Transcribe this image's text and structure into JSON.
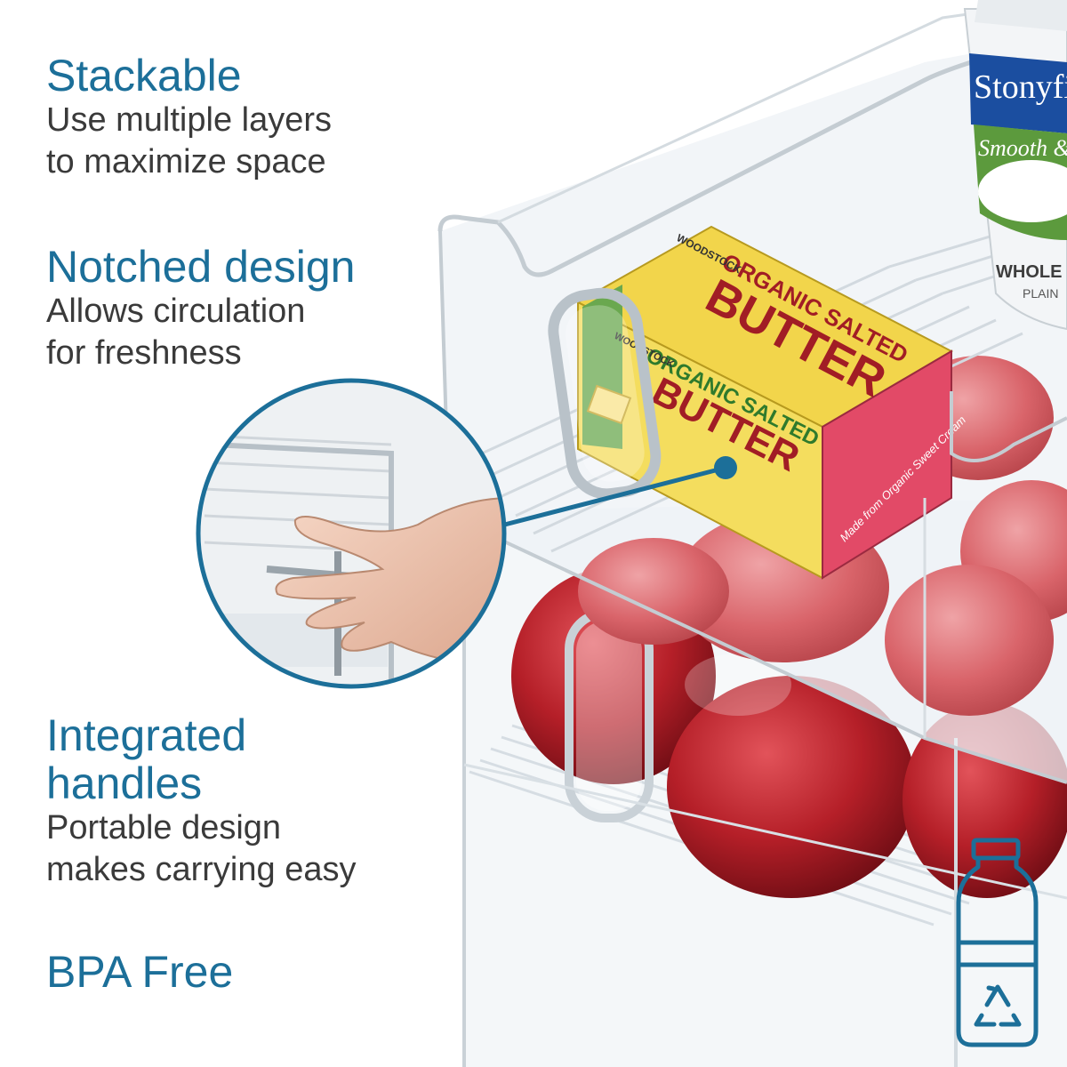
{
  "features": [
    {
      "title_lines": [
        "Stackable"
      ],
      "desc_lines": [
        "Use multiple layers",
        "to maximize space"
      ]
    },
    {
      "title_lines": [
        "Notched design"
      ],
      "desc_lines": [
        "Allows circulation",
        "for freshness"
      ]
    },
    {
      "title_lines": [
        "Integrated",
        "handles"
      ],
      "desc_lines": [
        "Portable design",
        "makes carrying easy"
      ]
    },
    {
      "title_lines": [
        "BPA Free"
      ],
      "desc_lines": []
    }
  ],
  "product_labels": {
    "yogurt_brand": "Stonyfi",
    "yogurt_flavor": "Smooth & Cr",
    "yogurt_type": "WHOLE M",
    "yogurt_sub": "PLAIN",
    "butter_brand": "WOODSTOCK",
    "butter_type": "ORGANIC SALTED",
    "butter_word": "BUTTER",
    "butter_claim": "Made from Organic Sweet Cream"
  },
  "icons": [
    "recycled-bottle-icon",
    "recycle-arrows-icon"
  ],
  "colors": {
    "accent": "#1c6f99",
    "body_text": "#3a3a3a",
    "apple": "#b8222a",
    "butter_box": "#f2d54b"
  }
}
